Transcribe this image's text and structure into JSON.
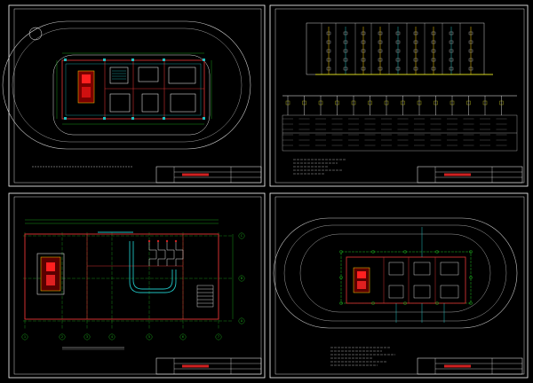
{
  "sheets": [
    {
      "id": "site-plan",
      "note": "",
      "title_block": {
        "company": "",
        "drawing": ""
      }
    },
    {
      "id": "one-line",
      "note": "",
      "title_block": {
        "company": "",
        "drawing": ""
      }
    },
    {
      "id": "floor-plan",
      "note": "",
      "title_block": {
        "company": "",
        "drawing": ""
      }
    },
    {
      "id": "grounding",
      "note": "",
      "title_block": {
        "company": "",
        "drawing": ""
      }
    }
  ],
  "floor_plan": {
    "grid_columns": [
      "1",
      "2",
      "3",
      "4",
      "5",
      "6",
      "7"
    ],
    "grid_rows": [
      "A",
      "B",
      "C"
    ],
    "caption": ""
  },
  "colors": {
    "background": "#000000",
    "frame": "#ffffff",
    "wall": "#d03030",
    "pipe": "#20c0c0",
    "equipment": "#e02020",
    "bus": "#d8d820",
    "dim": "#20c020",
    "accent": "#ffd000"
  }
}
